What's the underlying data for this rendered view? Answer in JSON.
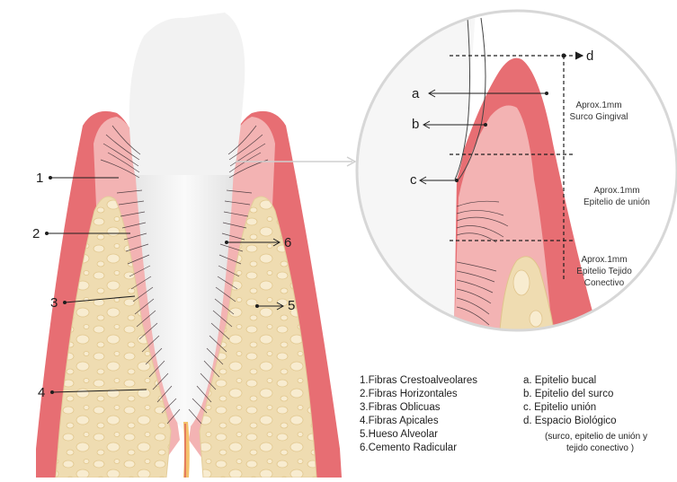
{
  "diagram": {
    "left_labels": [
      "1",
      "2",
      "3",
      "4"
    ],
    "right_labels": [
      "6",
      "5"
    ],
    "zoom_labels": [
      "a",
      "b",
      "c",
      "d"
    ],
    "zones": [
      {
        "line1": "Aprox.1mm",
        "line2": "Surco Gingival",
        "line3": ""
      },
      {
        "line1": "Aprox.1mm",
        "line2": "Epitelio de unión",
        "line3": ""
      },
      {
        "line1": "Aprox.1mm",
        "line2": "Epitelio Tejido",
        "line3": "Conectivo"
      }
    ],
    "legend_numbers": [
      "1.Fibras Crestoalveolares",
      "2.Fibras Horizontales",
      "3.Fibras Oblicuas",
      "4.Fibras Apicales",
      "5.Hueso Alveolar",
      "6.Cemento Radicular"
    ],
    "legend_letters": [
      "a.  Epitelio bucal",
      "b.  Epitelio del surco",
      "c.  Epitelio unión",
      "d.  Espacio Biológico"
    ],
    "legend_note": [
      "(surco, epitelio de unión y",
      "tejido conectivo )"
    ],
    "colors": {
      "gum": "#e76e73",
      "gum_light": "#f3b3b3",
      "bone": "#ecd6a8",
      "tooth": "#f1f1f1",
      "zoom_border": "#d7d7d7"
    }
  }
}
